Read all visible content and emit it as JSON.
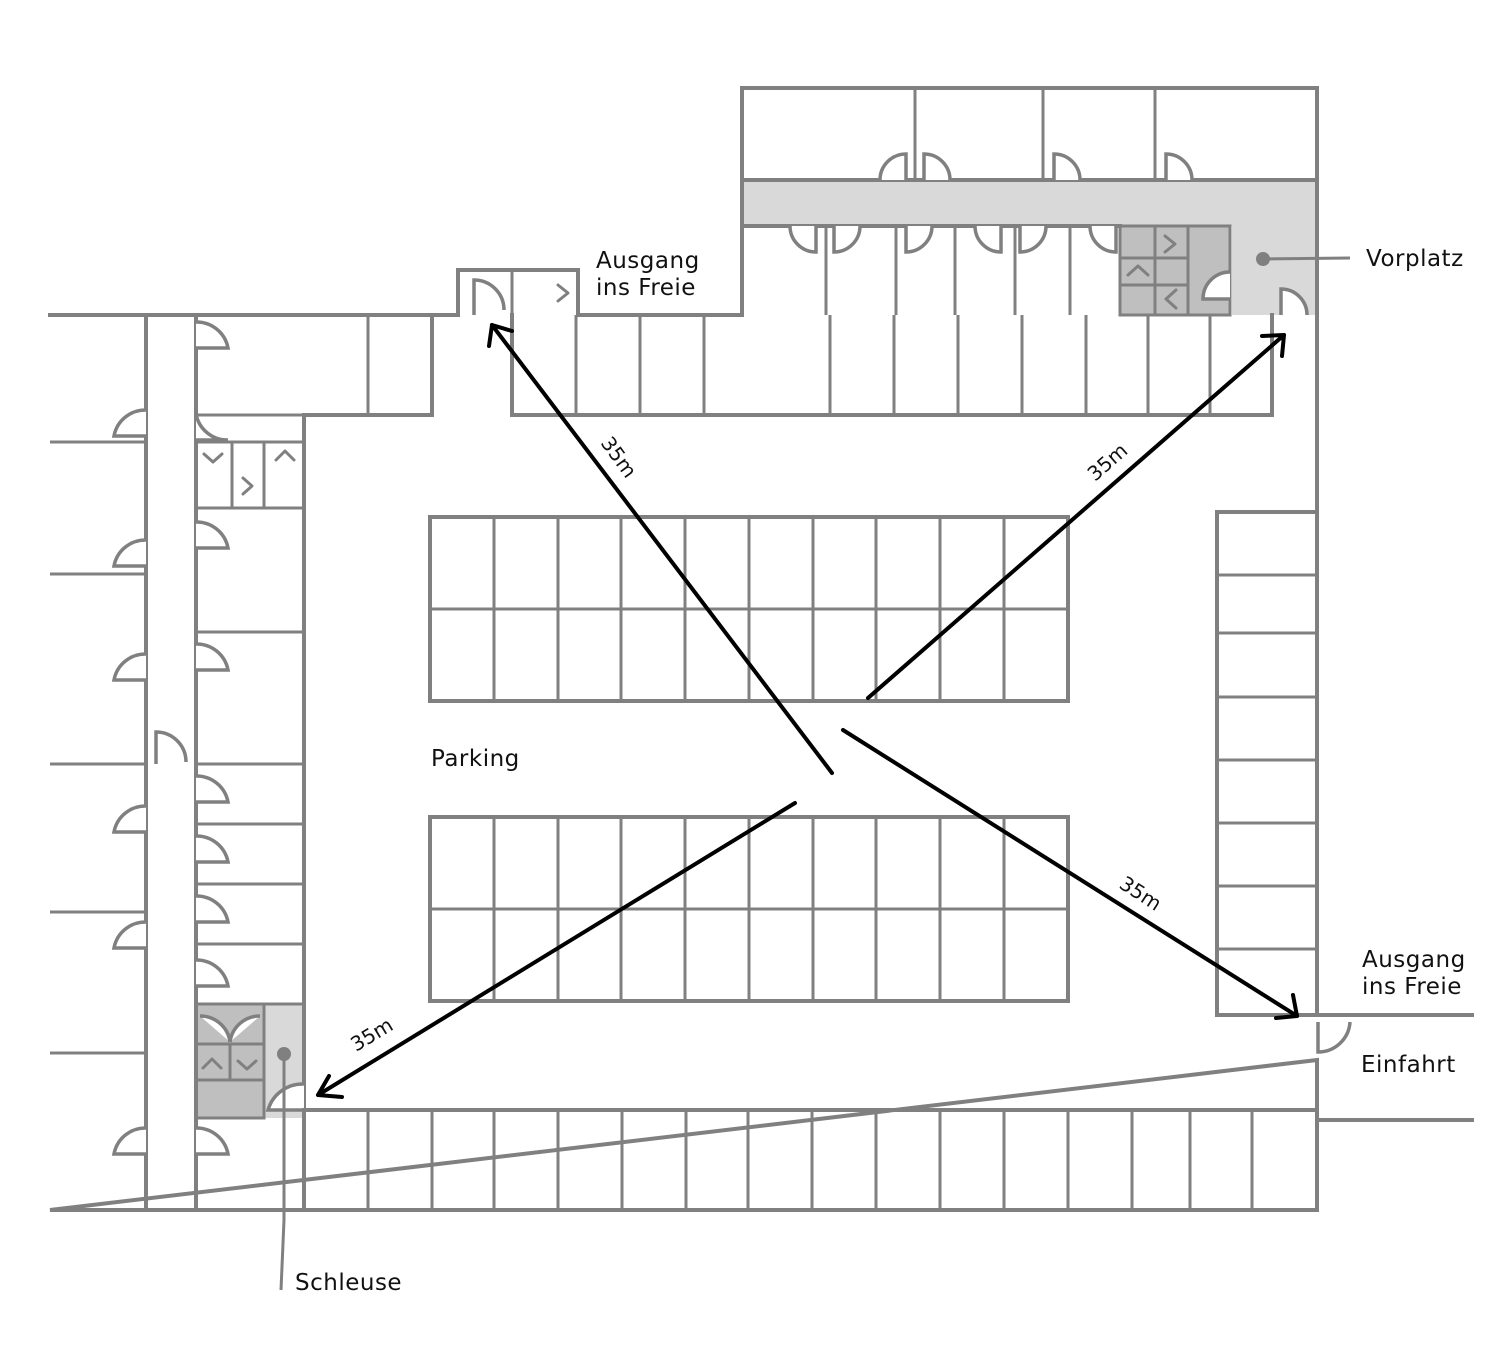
{
  "labels": {
    "exit_top": [
      "Ausgang",
      "ins Freie"
    ],
    "exit_right": [
      "Ausgang",
      "ins Freie"
    ],
    "vorplatz": "Vorplatz",
    "parking": "Parking",
    "einfahrt": "Einfahrt",
    "schleuse": "Schleuse"
  },
  "distances": {
    "to_top_exit": "35m",
    "to_vorplatz": "35m",
    "to_right_exit": "35m",
    "to_schleuse": "35m"
  },
  "icons": [
    "stair-up-icon",
    "stair-down-icon",
    "stair-right-icon",
    "stair-left-icon",
    "door-icon"
  ],
  "colors": {
    "walls": "#808080",
    "corridor": "#d9d9d9",
    "stair_core": "#bfbfbf",
    "arrows": "#000000"
  }
}
